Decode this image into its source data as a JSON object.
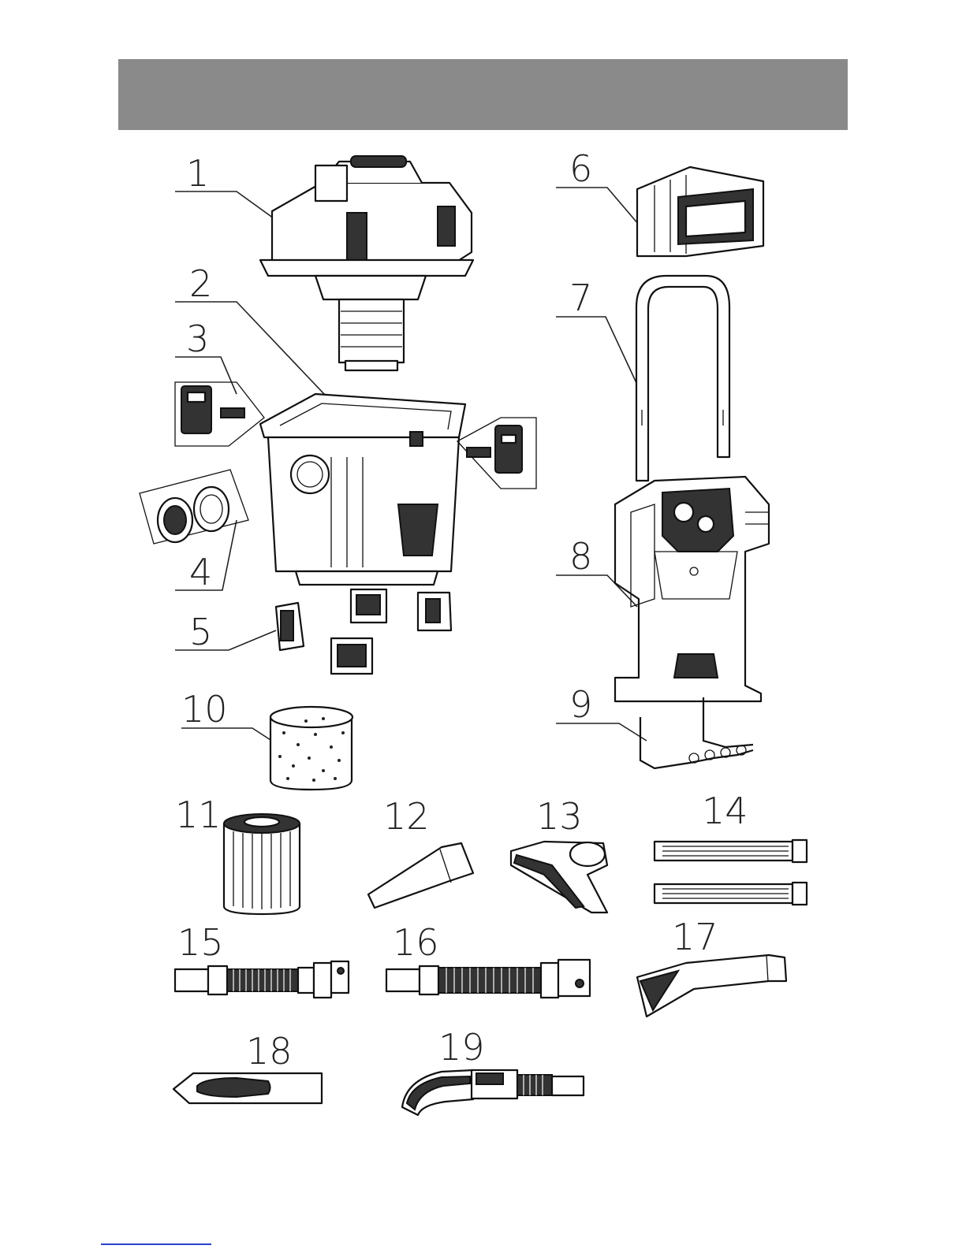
{
  "header": {
    "background": "#8a8a8a"
  },
  "parts": [
    {
      "number": "1"
    },
    {
      "number": "2"
    },
    {
      "number": "3"
    },
    {
      "number": "4"
    },
    {
      "number": "5"
    },
    {
      "number": "6"
    },
    {
      "number": "7"
    },
    {
      "number": "8"
    },
    {
      "number": "9"
    },
    {
      "number": "10"
    },
    {
      "number": "11"
    },
    {
      "number": "12"
    },
    {
      "number": "13"
    },
    {
      "number": "14"
    },
    {
      "number": "15"
    },
    {
      "number": "16"
    },
    {
      "number": "17"
    },
    {
      "number": "18"
    },
    {
      "number": "19"
    }
  ],
  "footer": {
    "link_color": "#2a3fc9"
  }
}
